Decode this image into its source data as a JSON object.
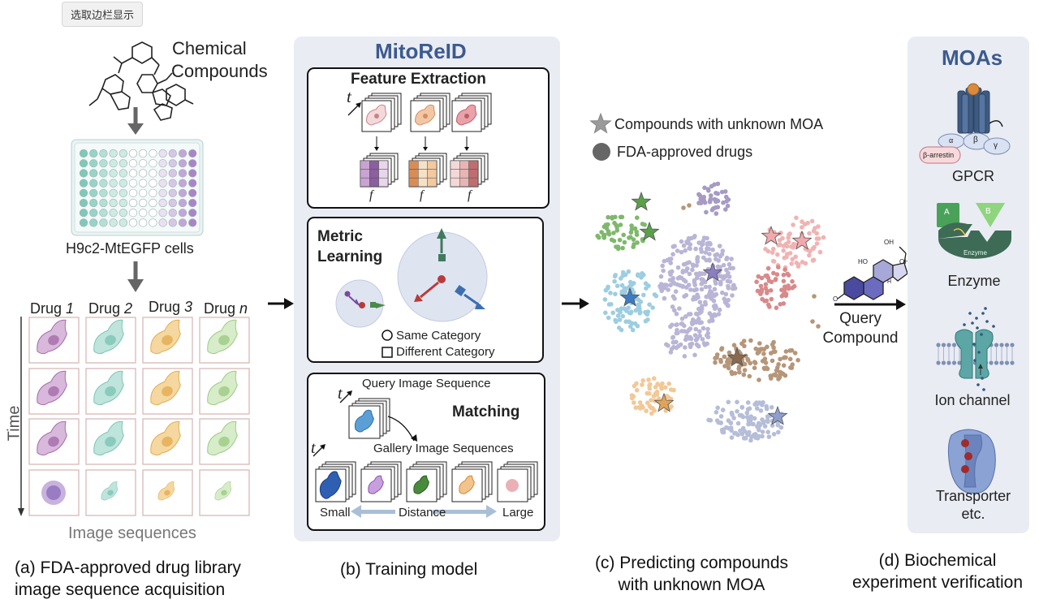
{
  "tooltip": "选取边栏显示",
  "panel_a": {
    "chem_title_1": "Chemical",
    "chem_title_2": "Compounds",
    "cells_label": "H9c2-MtEGFP cells",
    "drugs": [
      {
        "prefix": "Drug ",
        "suffix": "1"
      },
      {
        "prefix": "Drug ",
        "suffix": "2"
      },
      {
        "prefix": "Drug ",
        "suffix": "3"
      },
      {
        "prefix": "Drug ",
        "suffix": "n"
      }
    ],
    "time_label": "Time",
    "sequences_label": "Image sequences",
    "caption_1": "(a) FDA-approved drug library",
    "caption_2": "image sequence acquisition"
  },
  "panel_b": {
    "title": "MitoReID",
    "feature_title": "Feature Extraction",
    "t_symbol": "t",
    "f_symbol": "f",
    "metric_title_1": "Metric",
    "metric_title_2": "Learning",
    "legend_same": "Same Category",
    "legend_diff": "Different Category",
    "query_label": "Query Image Sequence",
    "matching_title": "Matching",
    "gallery_label": "Gallery Image Sequences",
    "small": "Small",
    "distance": "Distance",
    "large": "Large",
    "caption": "(b) Training model"
  },
  "panel_c": {
    "legend_unknown": "Compounds with unknown MOA",
    "legend_fda": "FDA-approved drugs",
    "query_1": "Query",
    "query_2": "Compound",
    "caption_1": "(c) Predicting compounds",
    "caption_2": "with unknown MOA"
  },
  "panel_d": {
    "title": "MOAs",
    "gpcr": "GPCR",
    "alpha": "α",
    "beta": "β",
    "gamma": "γ",
    "arrestin": "β-arrestin",
    "enzyme_a": "A",
    "enzyme_b": "B",
    "enzyme_inner": "Enzyme",
    "enzyme": "Enzyme",
    "ion_channel": "Ion channel",
    "transporter_1": "Transporter",
    "transporter_2": "etc.",
    "caption_1": "(d) Biochemical",
    "caption_2": "experiment verification",
    "oh_1": "OH",
    "oh_2": "OH",
    "oh_3": "HO",
    "oh_4": "OH",
    "o_label": "O",
    "h_label": "H"
  },
  "colors": {
    "panel_bg": "#e9ecf3",
    "title_blue": "#3c5a8e",
    "cluster_purple": "#b9b5d6",
    "cluster_blue": "#9dcde0",
    "cluster_green": "#7fb86d",
    "cluster_pink": "#f0b3b3",
    "cluster_red": "#d9898a",
    "cluster_brown": "#b69679",
    "cluster_orange": "#f2c896",
    "cluster_lilac": "#a79ac4",
    "cluster_slate": "#b5bdd8"
  }
}
